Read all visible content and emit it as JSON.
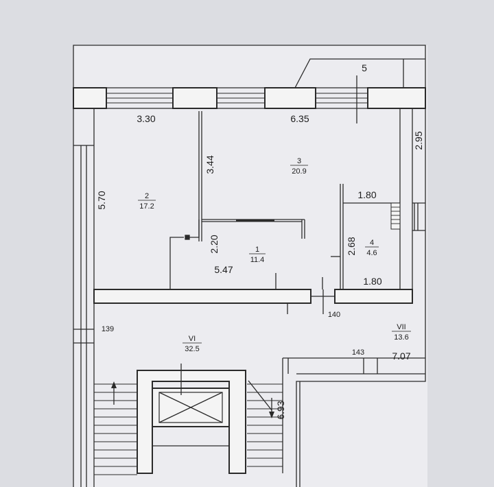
{
  "rooms": [
    {
      "num": "1",
      "area": "11.4"
    },
    {
      "num": "2",
      "area": "17.2"
    },
    {
      "num": "3",
      "area": "20.9"
    },
    {
      "num": "4",
      "area": "4.6"
    },
    {
      "num": "5",
      "area": ""
    },
    {
      "num": "VI",
      "area": "32.5"
    },
    {
      "num": "VII",
      "area": "13.6"
    }
  ],
  "dimensions": {
    "d_330": "3.30",
    "d_635": "6.35",
    "d_295": "2.95",
    "d_344": "3.44",
    "d_570": "5.70",
    "d_180a": "1.80",
    "d_220": "2.20",
    "d_547": "5.47",
    "d_268": "2.68",
    "d_180b": "1.80",
    "d_139": "139",
    "d_140": "140",
    "d_143": "143",
    "d_707": "7.07",
    "d_693": "6.93"
  },
  "colors": {
    "background": "#dcdde2",
    "paper": "#eeeef2",
    "wall_fill": "#f4f4f4",
    "ink": "#1c1c1c"
  }
}
